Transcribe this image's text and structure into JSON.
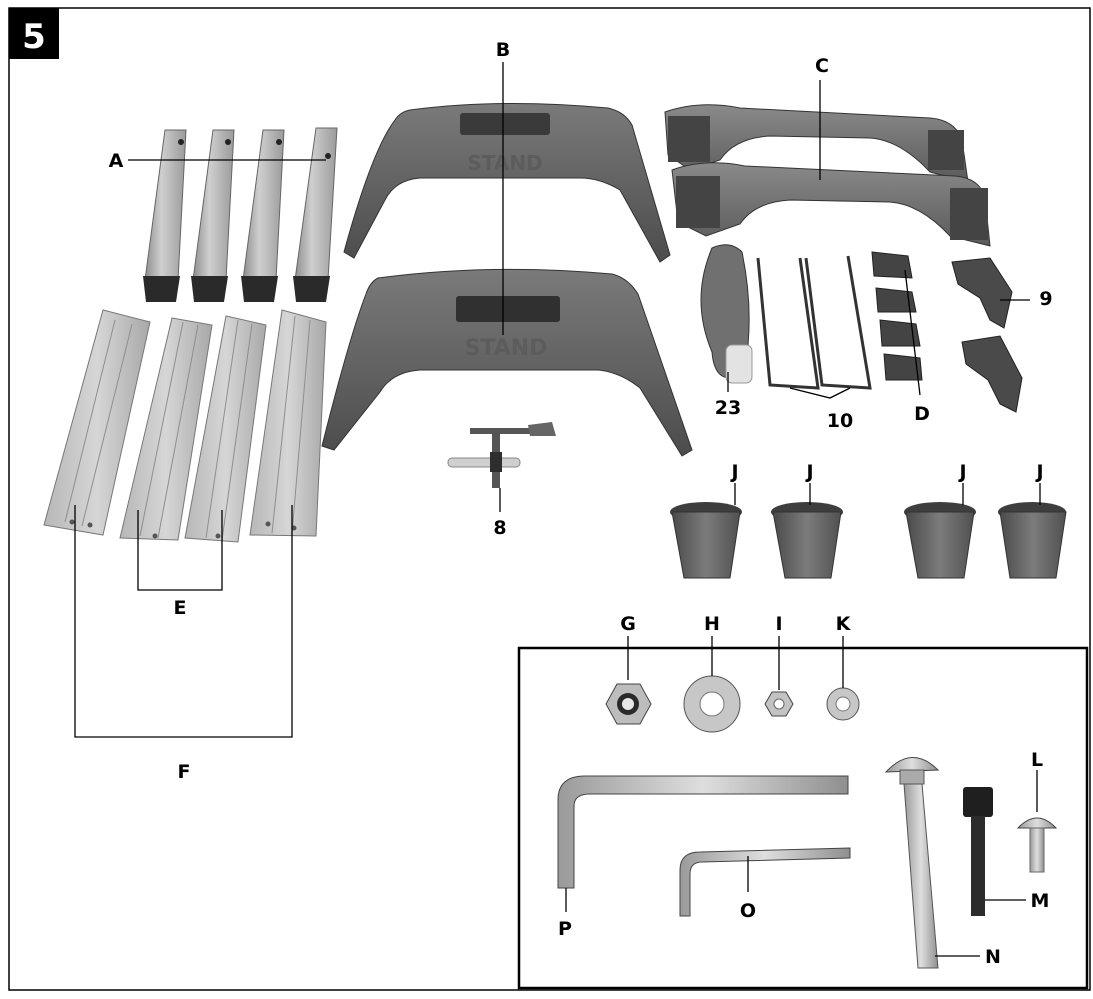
{
  "figure": {
    "number": "5",
    "labels": {
      "A": "A",
      "B": "B",
      "C": "C",
      "D": "D",
      "E": "E",
      "F": "F",
      "G": "G",
      "H": "H",
      "I": "I",
      "J": "J",
      "K": "K",
      "L": "L",
      "M": "M",
      "N": "N",
      "O": "O",
      "P": "P",
      "n8": "8",
      "n9": "9",
      "n10": "10",
      "n23": "23"
    }
  },
  "colors": {
    "border": "#000000",
    "metal_light": "#c8c8c8",
    "metal_mid": "#a9a9a9",
    "plastic_dark": "#555555",
    "plastic_mid": "#6f6f6f"
  }
}
